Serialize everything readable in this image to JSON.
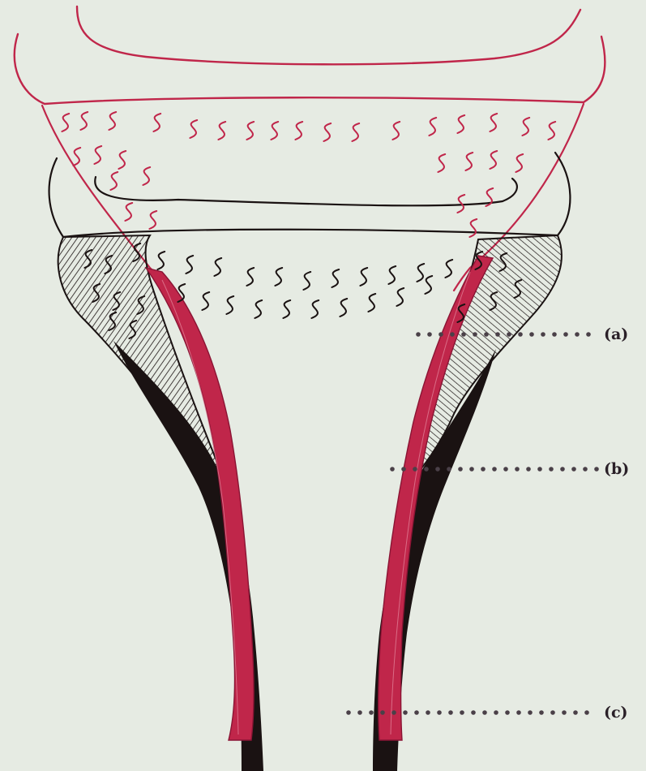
{
  "colors": {
    "background": "#e6ebe3",
    "red_ink": "#c0264a",
    "black_ink": "#1a1212",
    "dot_leader": "#4a4048"
  },
  "labels": [
    {
      "id": "a",
      "text": "(a)"
    },
    {
      "id": "b",
      "text": "(b)"
    },
    {
      "id": "c",
      "text": "(c)"
    }
  ]
}
